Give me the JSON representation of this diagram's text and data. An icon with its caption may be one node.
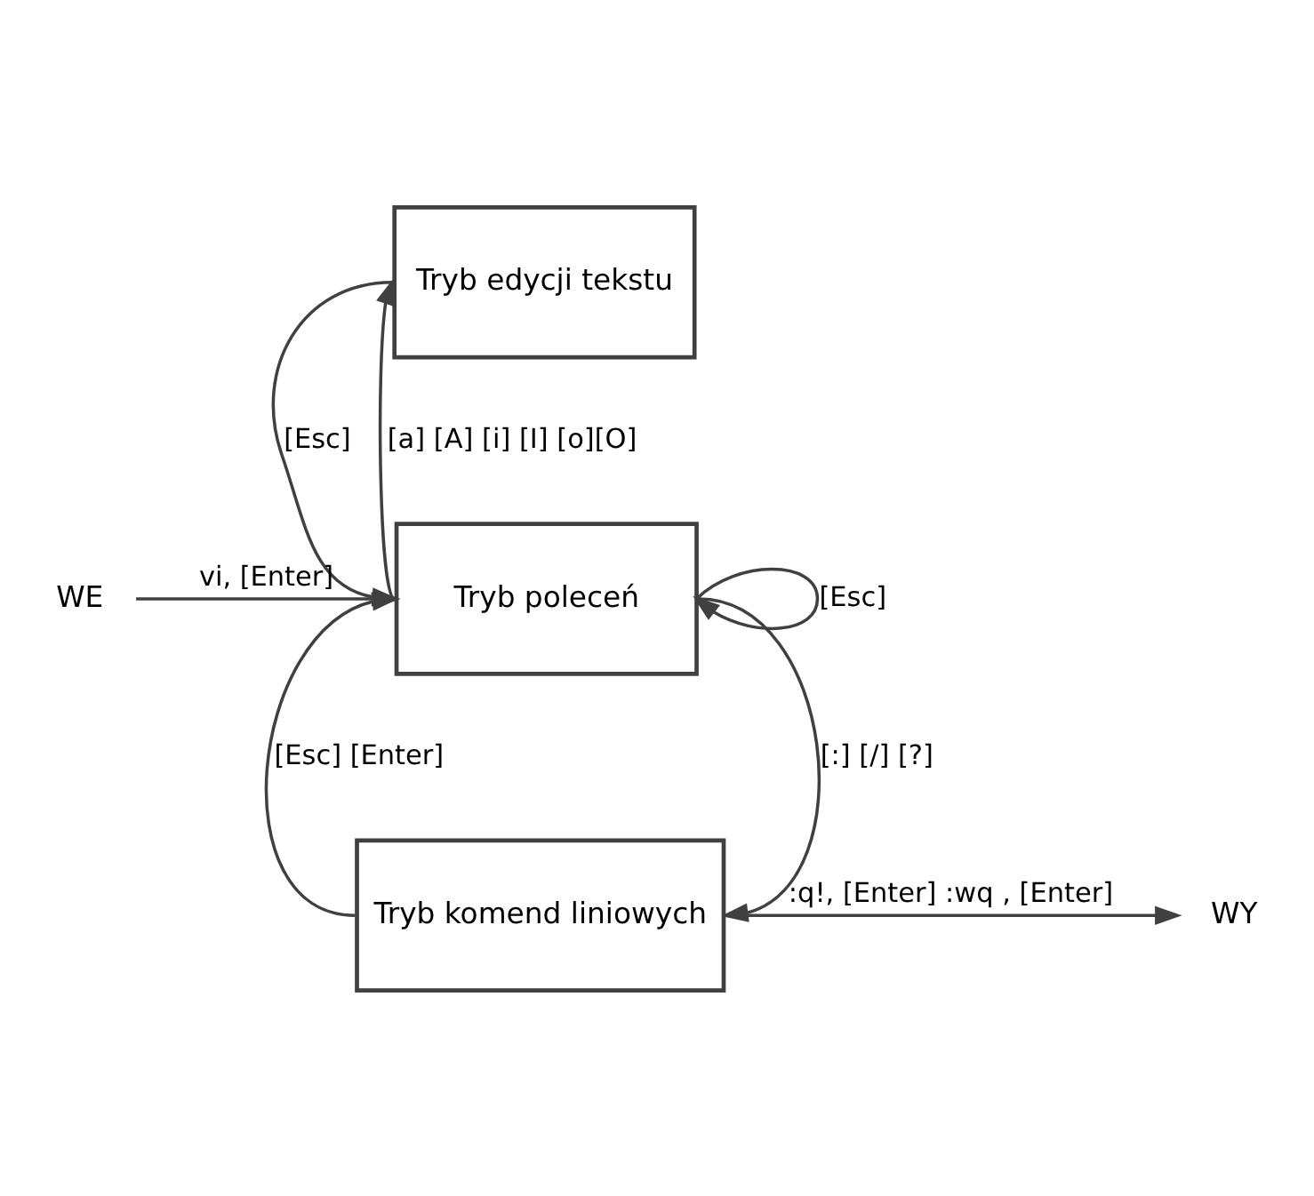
{
  "diagram": {
    "nodes": [
      {
        "text": [
          "Tryb edycji tekstu"
        ]
      },
      {
        "text": [
          "Tryb poleceń"
        ]
      },
      {
        "text": [
          "Tryb komend liniowych"
        ]
      },
      {
        "text": [
          "WE"
        ]
      },
      {
        "text": [
          "WY"
        ]
      }
    ],
    "edges": [
      {
        "from": 1,
        "to": 0,
        "arrow": "to",
        "label": "[a] [A] [i] [I] [o][O]"
      },
      {
        "from": 0,
        "to": 1,
        "arrow": "to",
        "label": "[Esc]"
      },
      {
        "from": 3,
        "to": 1,
        "arrow": "to",
        "label": "vi, [Enter]"
      },
      {
        "from": 1,
        "to": 1,
        "arrow": "to",
        "label": "[Esc]"
      },
      {
        "from": 1,
        "to": 2,
        "arrow": "to",
        "label": "[:] [/] [?]"
      },
      {
        "from": 2,
        "to": 1,
        "arrow": "to",
        "label": "[Esc] [Enter]"
      },
      {
        "from": 2,
        "to": 4,
        "arrow": "to",
        "label": ":q!, [Enter] :wq , [Enter]"
      }
    ]
  }
}
